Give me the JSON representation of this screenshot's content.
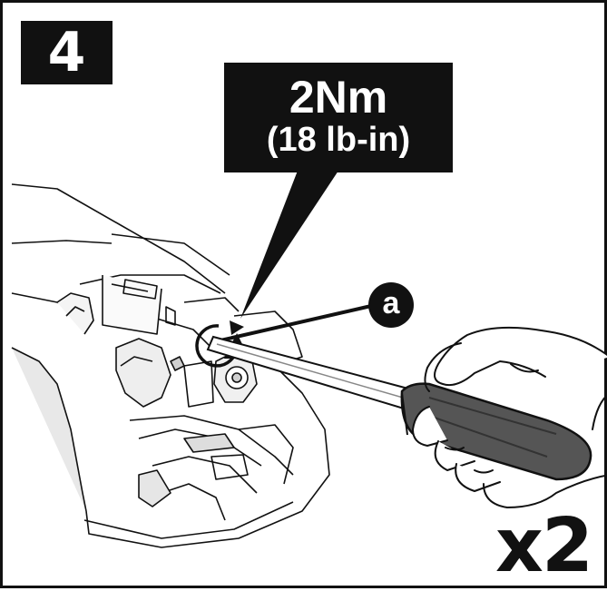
{
  "step_number": "4",
  "torque": {
    "value": "2Nm",
    "imperial": "(18 lb-in)"
  },
  "callout_label": "a",
  "quantity": "x2",
  "colors": {
    "ink": "#111111",
    "background": "#ffffff",
    "tool_handle": "#555555"
  },
  "icons": {
    "rotation": "clockwise-arrow-icon"
  }
}
